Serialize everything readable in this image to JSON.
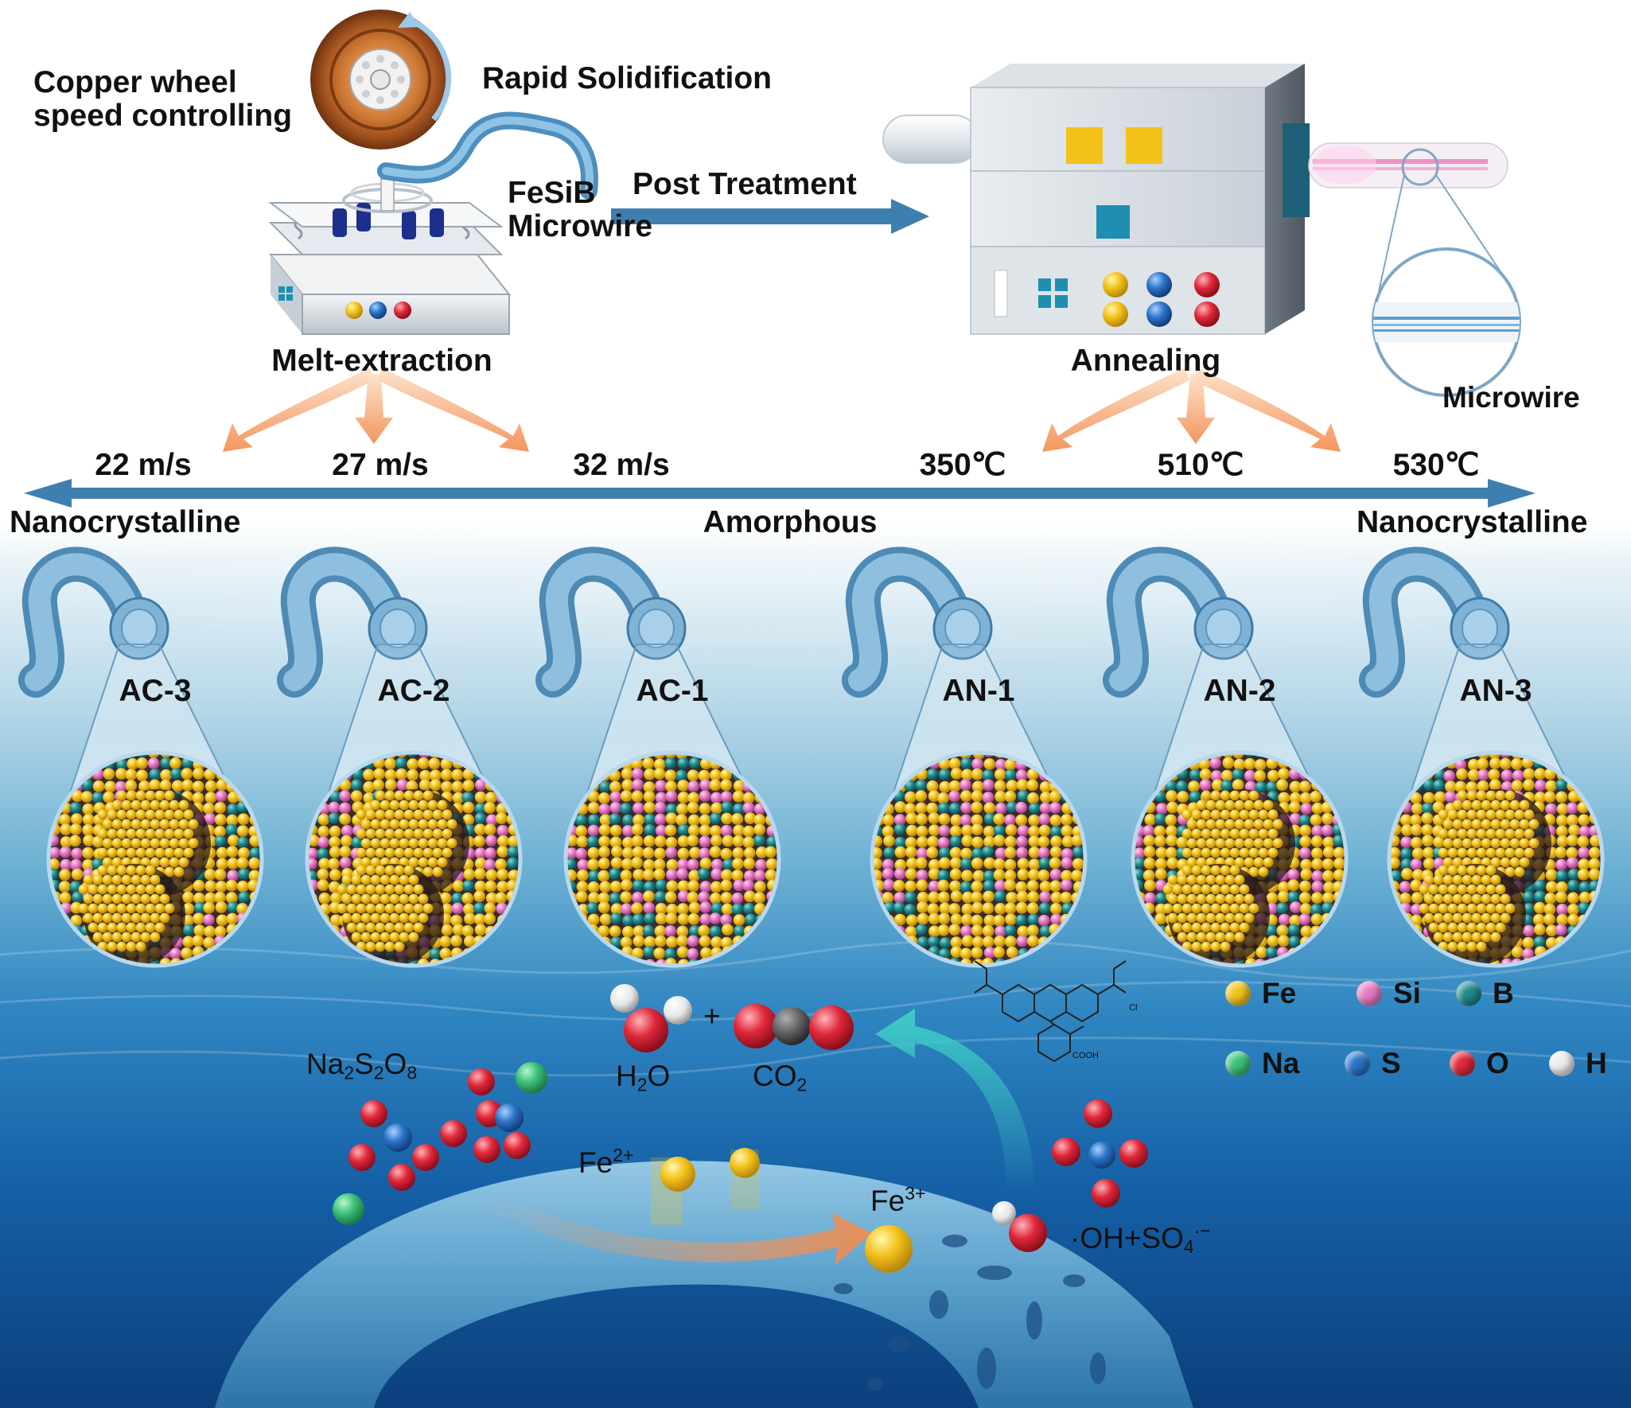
{
  "process": {
    "copper_wheel": "Copper wheel speed controlling",
    "copper_wheel_line1": "Copper wheel",
    "copper_wheel_line2": "speed controlling",
    "rapid": "Rapid Solidification",
    "microwire_line1": "FeSiB",
    "microwire_line2": "Microwire",
    "post_treatment": "Post Treatment",
    "melt_extraction": "Melt-extraction",
    "annealing": "Annealing",
    "zoom_microwire": "Microwire"
  },
  "conditions": {
    "speeds": [
      "22 m/s",
      "27 m/s",
      "32 m/s"
    ],
    "temperatures": [
      "350℃",
      "510℃",
      "530℃"
    ]
  },
  "structure_axis": {
    "left": "Nanocrystalline",
    "center": "Amorphous",
    "right": "Nanocrystalline"
  },
  "samples": [
    {
      "id": "AC-3",
      "grains": 2
    },
    {
      "id": "AC-2",
      "grains": 2
    },
    {
      "id": "AC-1",
      "grains": 0
    },
    {
      "id": "AN-1",
      "grains": 0
    },
    {
      "id": "AN-2",
      "grains": 2
    },
    {
      "id": "AN-3",
      "grains": 2
    }
  ],
  "legend": [
    {
      "symbol": "Fe",
      "color": "#f2c21b"
    },
    {
      "symbol": "Si",
      "color": "#e57ac2"
    },
    {
      "symbol": "B",
      "color": "#1f8a8a"
    },
    {
      "symbol": "Na",
      "color": "#3cc07a"
    },
    {
      "symbol": "S",
      "color": "#2a73c8"
    },
    {
      "symbol": "O",
      "color": "#e0283a"
    },
    {
      "symbol": "H",
      "color": "#ececec"
    }
  ],
  "reaction": {
    "persulfate": {
      "t1": "Na",
      "s1": "2",
      "t2": "S",
      "s2": "2",
      "t3": "O",
      "s3": "8"
    },
    "fe2": {
      "base": "Fe",
      "charge": "2+"
    },
    "fe3": {
      "base": "Fe",
      "charge": "3+"
    },
    "h2o": {
      "t1": "H",
      "s1": "2",
      "t2": "O"
    },
    "co2": {
      "t1": "CO",
      "s1": "2"
    },
    "plus": "+",
    "radicals": {
      "t1": "·OH+SO",
      "s1": "4",
      "sup1": "·−"
    }
  },
  "dye_labels": {
    "cl": "Cl",
    "cooh": "COOH"
  }
}
